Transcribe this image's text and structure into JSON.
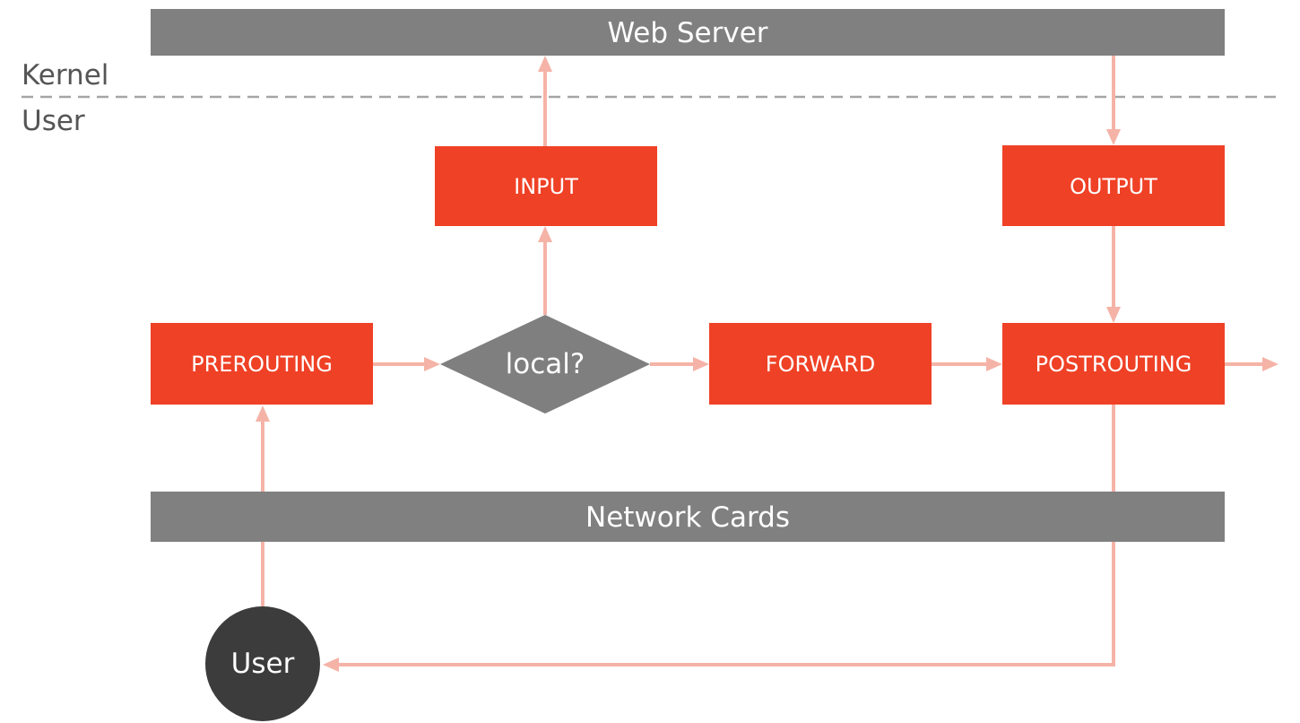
{
  "colors": {
    "chain": "#ef4126",
    "bar": "#808080",
    "decision": "#7f7f7f",
    "user_circle": "#3c3c3c",
    "arrow": "#f5b3a7",
    "divider": "#a5a5a5"
  },
  "zones": {
    "upper": "Kernel",
    "lower": "User"
  },
  "bars": {
    "top": "Web Server",
    "bottom": "Network Cards"
  },
  "nodes": {
    "prerouting": "PREROUTING",
    "decision": "local?",
    "input": "INPUT",
    "forward": "FORWARD",
    "output": "OUTPUT",
    "postrouting": "POSTROUTING",
    "user": "User"
  }
}
